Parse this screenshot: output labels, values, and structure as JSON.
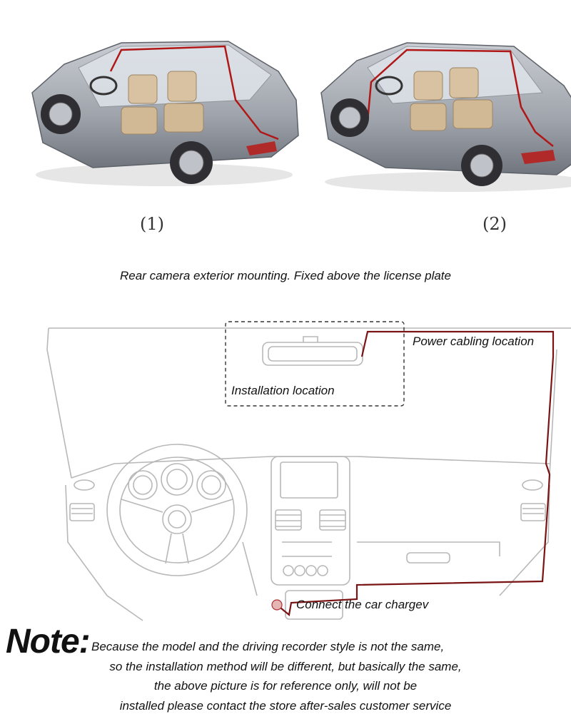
{
  "figures": [
    {
      "label": "(1)",
      "illustration": "wagon-car-rear-cable-route"
    },
    {
      "label": "(2)",
      "illustration": "sedan-car-rear-cable-route"
    }
  ],
  "caption": "Rear camera exterior mounting. Fixed above the license plate",
  "diagram": {
    "power_label": "Power cabling location",
    "install_label": "Installation location",
    "connect_label": "Connect the car chargev",
    "cable_color": "#7a1414",
    "line_color": "#b8b8b8"
  },
  "note": {
    "title": "Note:",
    "lines": [
      "Because the model and the driving recorder style is not the same,",
      "so the installation method will be different, but basically the same,",
      "the above picture is for reference only, will not be",
      "installed please contact the store after-sales customer service"
    ]
  }
}
